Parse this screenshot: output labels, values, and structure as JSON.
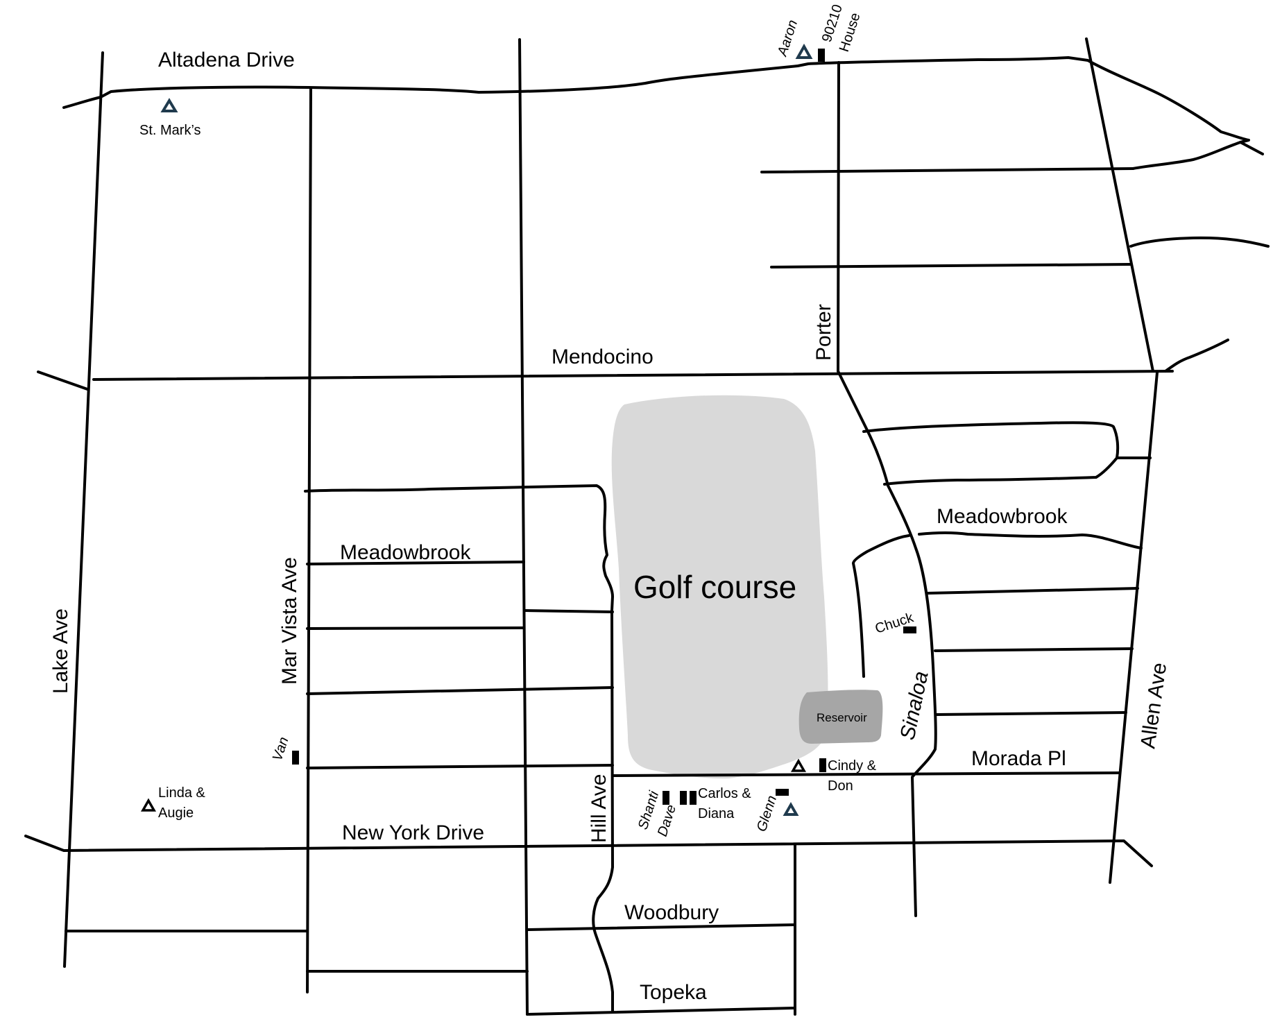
{
  "roads": {
    "altadena": "Altadena Drive",
    "mendocino": "Mendocino",
    "porter": "Porter",
    "lake": "Lake Ave",
    "mar_vista": "Mar Vista Ave",
    "meadowbrook_west": "Meadowbrook",
    "meadowbrook_east": "Meadowbrook",
    "hill": "Hill Ave",
    "new_york": "New York Drive",
    "woodbury": "Woodbury",
    "topeka": "Topeka",
    "sinaloa": "Sinaloa",
    "morada": "Morada Pl",
    "allen": "Allen Ave"
  },
  "areas": {
    "golf": "Golf course",
    "reservoir": "Reservoir"
  },
  "places": {
    "st_marks": "St. Mark’s",
    "aaron": "Aaron",
    "house_90210_a": "90210",
    "house_90210_b": "House",
    "linda_a": "Linda &",
    "linda_b": "Augie",
    "van": "Van",
    "chuck": "Chuck",
    "cindy_a": "Cindy &",
    "cindy_b": "Don",
    "carlos_a": "Carlos &",
    "carlos_b": "Diana",
    "shanti": "Shanti",
    "dave": "Dave",
    "glenn": "Glenn"
  },
  "colors": {
    "golf_fill": "#d9d9d9",
    "reservoir_fill": "#a6a6a6",
    "road": "#000000",
    "marker_blue": "#1f3a4d"
  },
  "icons": {
    "triangle": "triangle-marker-icon",
    "house": "house-marker-icon"
  }
}
